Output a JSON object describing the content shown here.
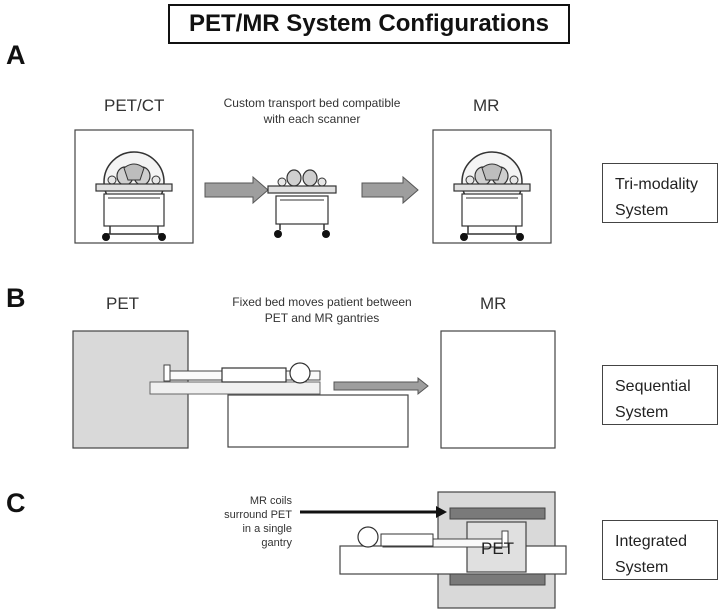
{
  "title": "PET/MR System Configurations",
  "sections": {
    "a": {
      "letter": "A",
      "left_label": "PET/CT",
      "right_label": "MR",
      "caption_line1": "Custom transport bed compatible",
      "caption_line2": "with each scanner",
      "box_line1": "Tri-modality",
      "box_line2": "System"
    },
    "b": {
      "letter": "B",
      "left_label": "PET",
      "right_label": "MR",
      "caption_line1": "Fixed bed moves patient between",
      "caption_line2": "PET and MR gantries",
      "box_line1": "Sequential",
      "box_line2": "System"
    },
    "c": {
      "letter": "C",
      "note_line1": "MR coils",
      "note_line2": "surround PET",
      "note_line3": "in a single",
      "note_line4": "gantry",
      "inner_label": "PET",
      "box_line1": "Integrated",
      "box_line2": "System"
    }
  },
  "colors": {
    "gantry_fill": "#d9d9d9",
    "arrow_fill": "#9e9e9e",
    "coil_fill": "#7a7a7a",
    "outline": "#333333"
  }
}
